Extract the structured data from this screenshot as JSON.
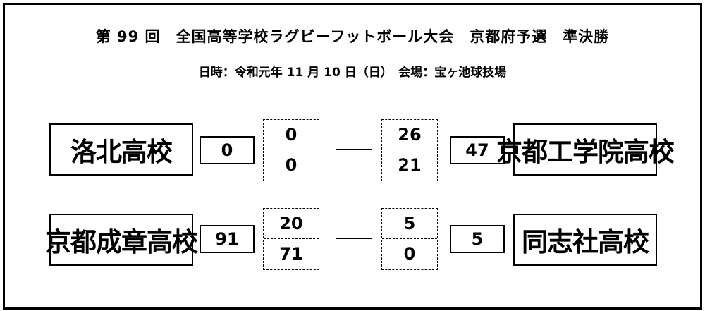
{
  "header": {
    "title": "第 99 回　全国高等学校ラグビーフットボール大会　京都府予選　準決勝",
    "info": "日時：令和元年 11 月 10 日（日）　会場：宝ヶ池球技場"
  },
  "matches": [
    {
      "home": {
        "name": "洛北高校",
        "total": "0",
        "first_half": "0",
        "second_half": "0"
      },
      "separator": "—",
      "away": {
        "name": "京都工学院高校",
        "total": "47",
        "first_half": "26",
        "second_half": "21"
      }
    },
    {
      "home": {
        "name": "京都成章高校",
        "total": "91",
        "first_half": "20",
        "second_half": "71"
      },
      "separator": "—",
      "away": {
        "name": "同志社高校",
        "total": "5",
        "first_half": "5",
        "second_half": "0"
      }
    }
  ]
}
